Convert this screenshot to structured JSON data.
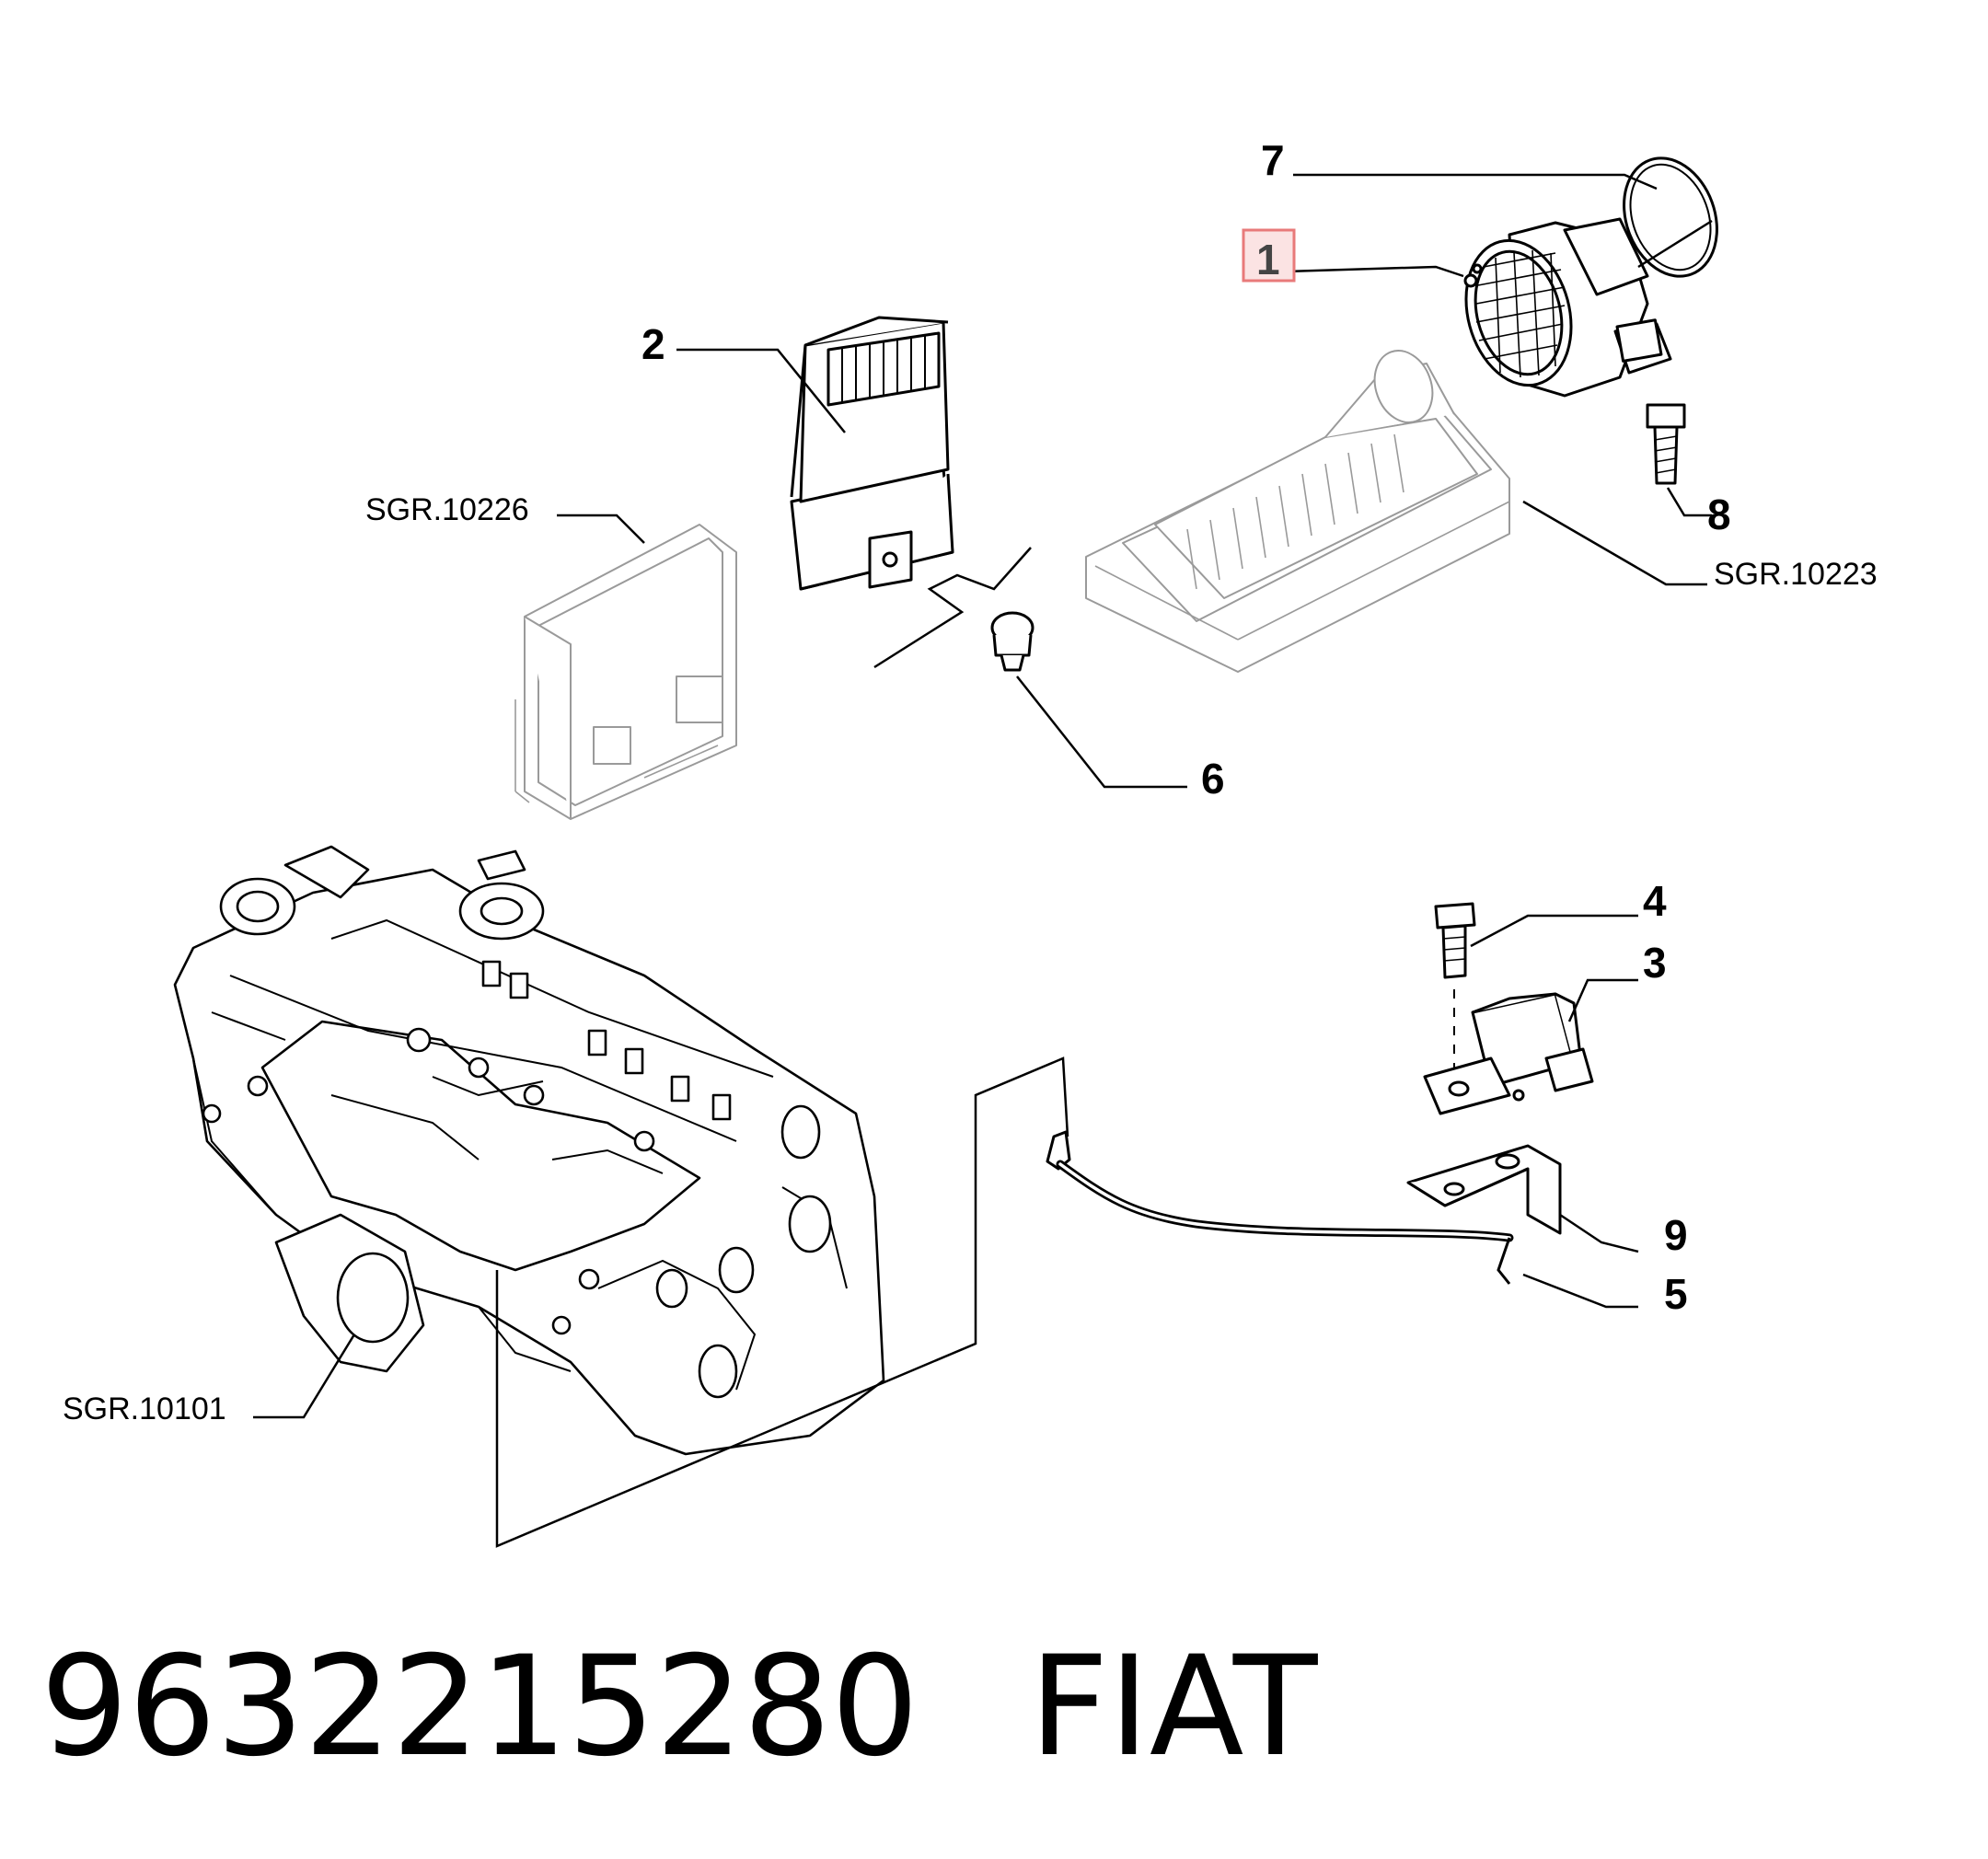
{
  "callouts": {
    "c1": "1",
    "c2": "2",
    "c3": "3",
    "c4": "4",
    "c5": "5",
    "c6": "6",
    "c7": "7",
    "c8": "8",
    "c9": "9"
  },
  "references": {
    "r10226": "SGR.10226",
    "r10223": "SGR.10223",
    "r10101": "SGR.10101"
  },
  "highlighted_callout": "1",
  "highlight_color": "#e87a7a",
  "footer": {
    "part_number": "9632215280",
    "brand": "FIAT"
  }
}
